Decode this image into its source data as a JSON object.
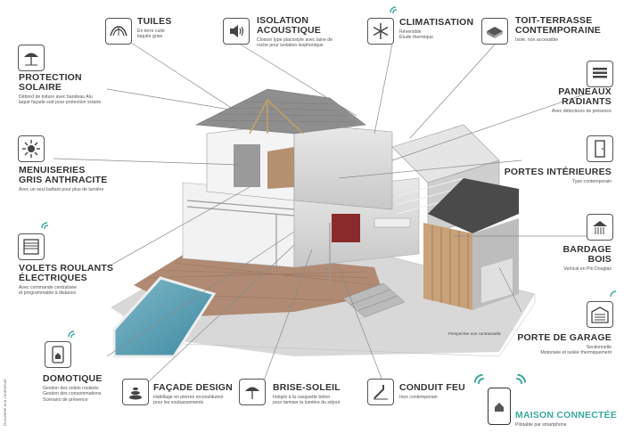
{
  "features": {
    "tuiles": {
      "title": "TUILES",
      "sub": [
        "En terre cuite",
        "laquée grise"
      ],
      "icon": "roof-tiles-icon"
    },
    "isolation": {
      "title": [
        "ISOLATION",
        "ACOUSTIQUE"
      ],
      "sub": [
        "Cloison type placostyle avec laine de",
        "roche pour isolation isophonique"
      ],
      "icon": "speaker-icon"
    },
    "climatisation": {
      "title": "CLIMATISATION",
      "sub": [
        "Réversible",
        "Étude thermique"
      ],
      "icon": "snowflake-icon"
    },
    "toit": {
      "title": [
        "TOIT-TERRASSE",
        "CONTEMPORAINE"
      ],
      "sub": [
        "Isolé, non accessible"
      ],
      "icon": "flat-roof-icon"
    },
    "protection": {
      "title": [
        "PROTECTION",
        "SOLAIRE"
      ],
      "sub": [
        "Débord de toiture avec bandeau Alu",
        "laqué façade sud pour protection solaire"
      ],
      "icon": "beach-umbrella-icon"
    },
    "panneaux": {
      "title": [
        "PANNEAUX",
        "RADIANTS"
      ],
      "sub": [
        "Avec détecteurs de présence"
      ],
      "icon": "radiator-panel-icon"
    },
    "menuiseries": {
      "title": [
        "MENUISERIES",
        "GRIS ANTHRACITE"
      ],
      "sub": [
        "Avec un seul battant pour plus de lumière"
      ],
      "icon": "sun-icon"
    },
    "portes": {
      "title": "PORTES INTÉRIEURES",
      "sub": [
        "Type contemporain"
      ],
      "icon": "door-icon"
    },
    "volets": {
      "title": [
        "VOLETS ROULANTS",
        "ÉLECTRIQUES"
      ],
      "sub": [
        "Avec commande centralisée",
        "et programmable à distance"
      ],
      "icon": "roller-shutter-icon"
    },
    "bardage": {
      "title": [
        "BARDAGE",
        "BOIS"
      ],
      "sub": [
        "Vertical en Pin Douglas"
      ],
      "icon": "wood-cladding-icon"
    },
    "domotique": {
      "title": "DOMOTIQUE",
      "sub": [
        "Gestion des volets roulants",
        "Gestion des consommations",
        "Scénario de présence"
      ],
      "icon": "home-automation-icon"
    },
    "garage": {
      "title": "PORTE DE GARAGE",
      "sub": [
        "Sectionnelle",
        "Motorisée et isolée thermiquement"
      ],
      "icon": "garage-door-icon"
    },
    "facade": {
      "title": "FAÇADE DESIGN",
      "sub": [
        "Habillage en pierres reconstituées",
        "pour les soubassements"
      ],
      "icon": "stacked-stones-icon"
    },
    "brise": {
      "title": "BRISE-SOLEIL",
      "sub": [
        "Intégré à la casquette béton",
        "pour tamiser la lumière du séjour"
      ],
      "icon": "sunshade-icon"
    },
    "conduit": {
      "title": "CONDUIT FEU",
      "sub": [
        "Inox contemporain"
      ],
      "icon": "flue-pipe-icon"
    },
    "maison": {
      "title": "MAISON CONNECTÉE",
      "sub": [
        "Pilotable par smartphone"
      ],
      "icon": "smartphone-house-icon"
    }
  },
  "notes": {
    "perspective": "Perspective non contractuelle",
    "side": "Document non contractuel"
  },
  "colors": {
    "text": "#333333",
    "accent": "#3aa89b",
    "line": "#888888"
  }
}
